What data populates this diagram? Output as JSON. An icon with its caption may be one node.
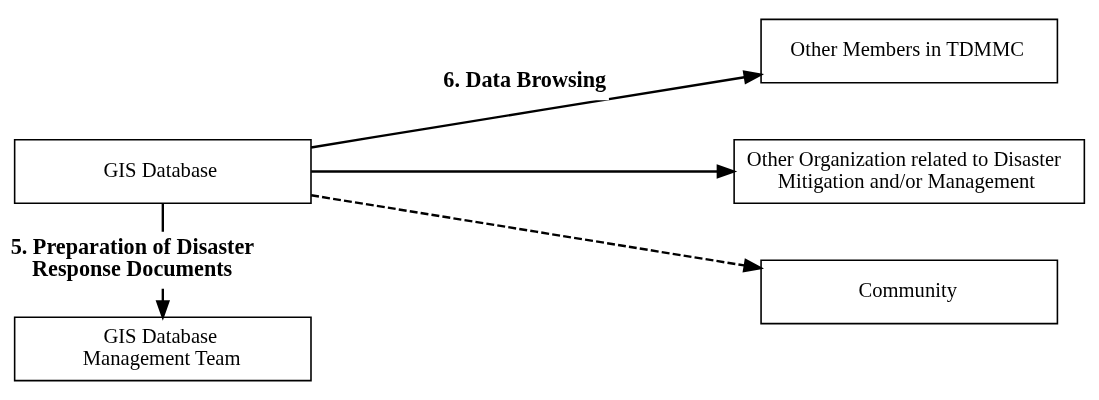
{
  "diagram": {
    "nodes": [
      {
        "text": [
          "GIS Database"
        ]
      },
      {
        "text": [
          "Other Members in TDMMC"
        ]
      },
      {
        "text": [
          "Other Organization related to Disaster Mitigation and/or Management"
        ]
      },
      {
        "text": [
          "GIS Database Management Team"
        ]
      },
      {
        "text": [
          "Community"
        ]
      }
    ],
    "edges": [
      {
        "from": 0,
        "to": 1,
        "arrow": "to",
        "label": "6. Data Browsing"
      },
      {
        "from": 0,
        "to": 2,
        "arrow": "to"
      },
      {
        "from": 0,
        "to": 3,
        "arrow": "to",
        "label": "5. Preparation of Disaster Response Documents"
      },
      {
        "from": 0,
        "to": 4,
        "arrow": "to",
        "style": "dashed"
      }
    ]
  }
}
